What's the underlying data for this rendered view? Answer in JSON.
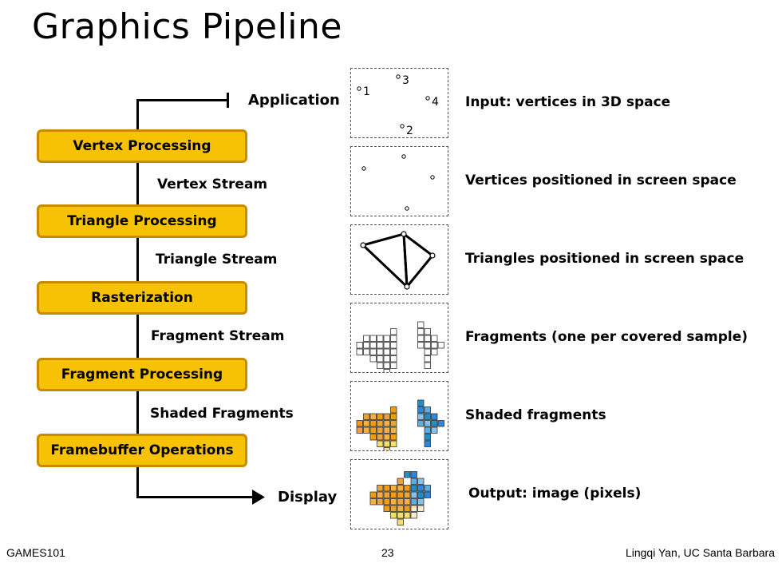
{
  "title": "Graphics Pipeline",
  "application_label": "Application",
  "display_label": "Display",
  "stages": [
    "Vertex Processing",
    "Triangle Processing",
    "Rasterization",
    "Fragment Processing",
    "Framebuffer Operations"
  ],
  "streams": [
    "Vertex Stream",
    "Triangle Stream",
    "Fragment Stream",
    "Shaded Fragments"
  ],
  "descriptions": [
    "Input: vertices in 3D space",
    "Vertices positioned in screen space",
    "Triangles positioned in screen space",
    "Fragments (one per covered sample)",
    "Shaded fragments",
    "Output: image (pixels)"
  ],
  "vertex_labels": [
    "1",
    "2",
    "3",
    "4"
  ],
  "footer": {
    "left": "GAMES101",
    "page": "23",
    "right": "Lingqi Yan, UC Santa Barbara"
  },
  "colors": {
    "stage_fill": "#f7c203",
    "stage_border": "#c98a00",
    "orange_shades": [
      "#f39c12",
      "#e8a33a",
      "#f5b041"
    ],
    "blue_shades": [
      "#1f8fc8",
      "#2e86de",
      "#5dade2",
      "#85c1e9"
    ]
  }
}
